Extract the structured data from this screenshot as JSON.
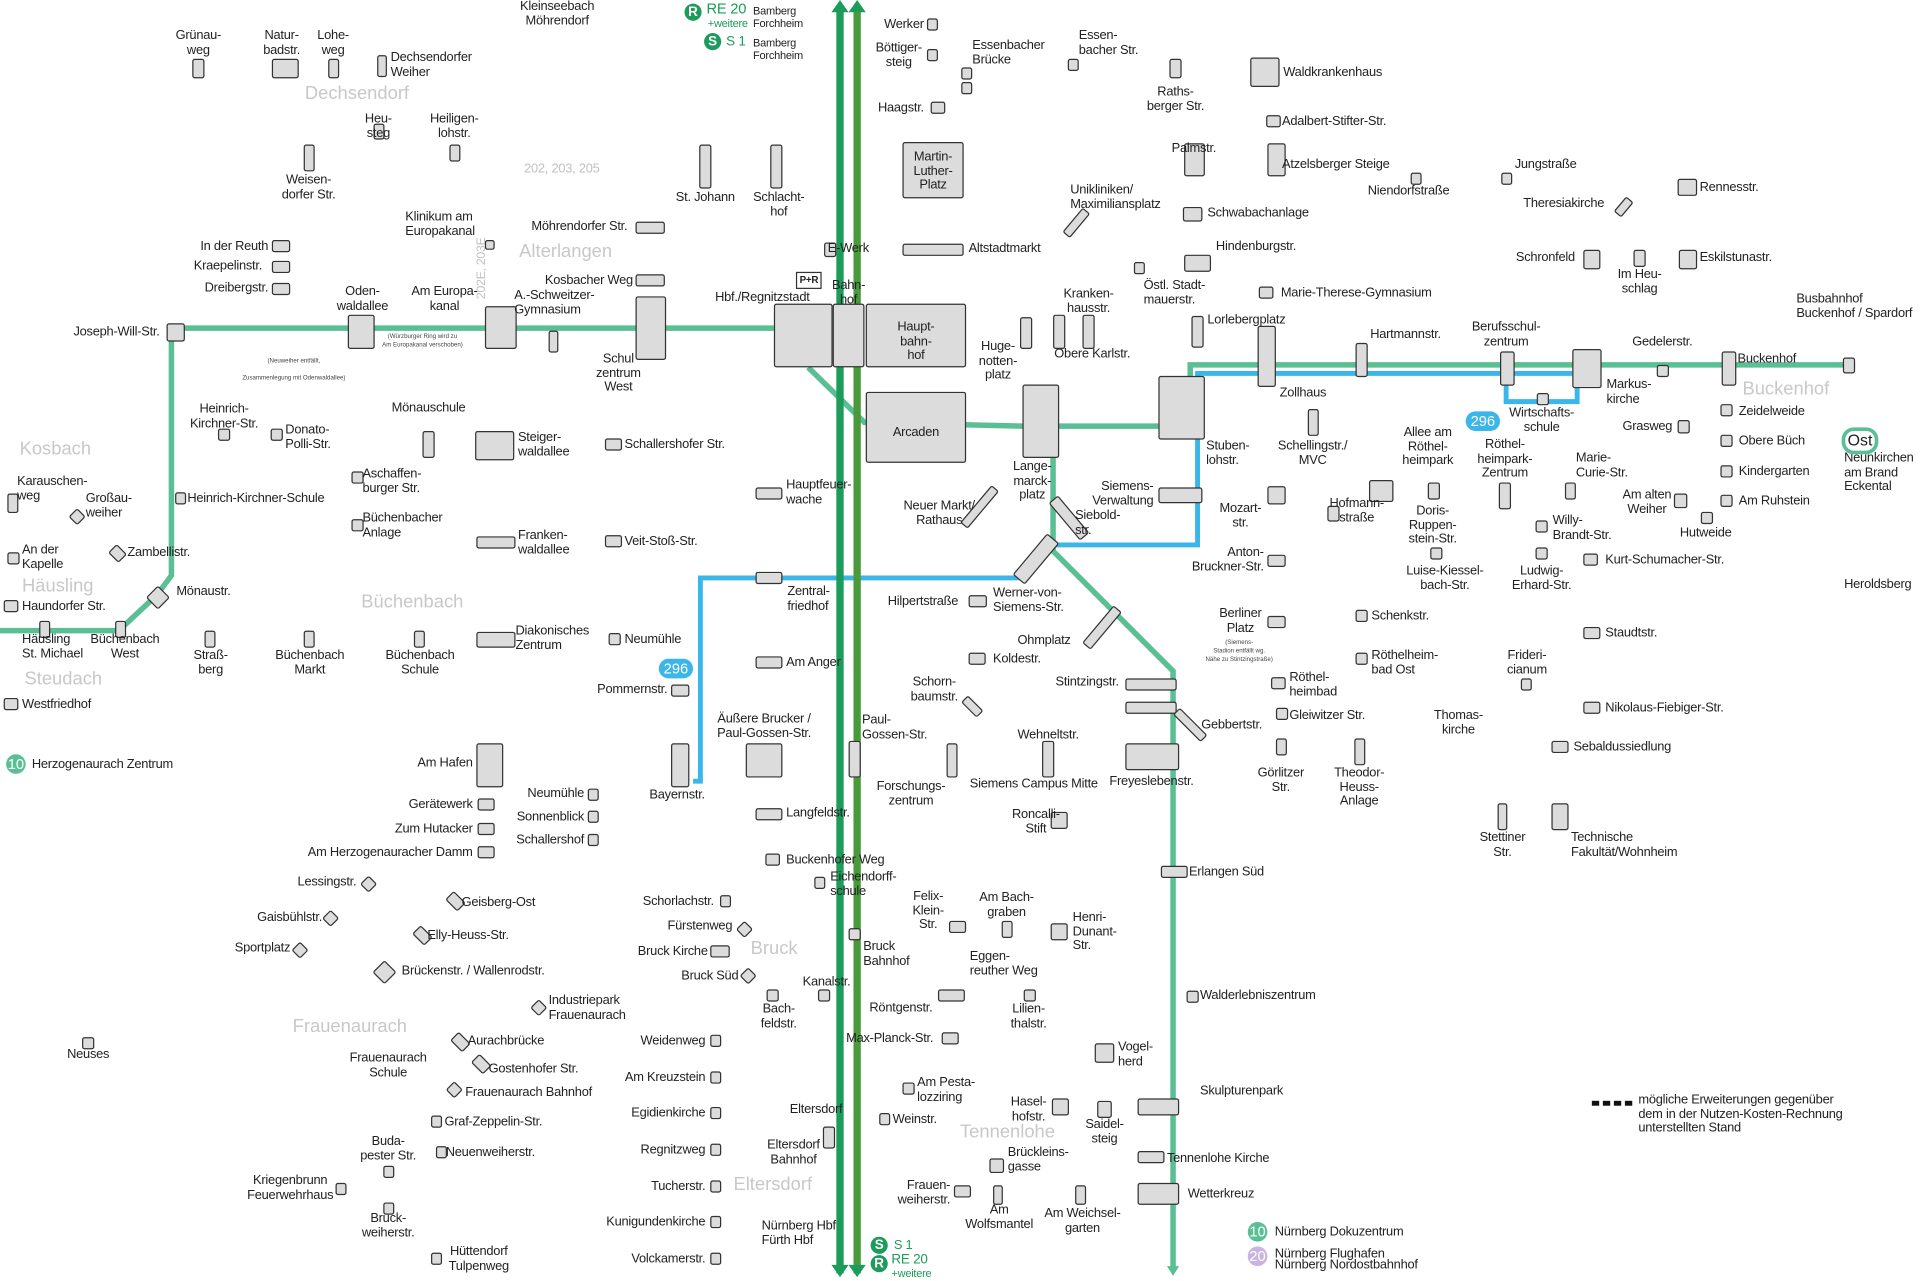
{
  "stops": [
    "Grünau-\nweg",
    "Natur-\nbadstr.",
    "Lohe-\nweg",
    "Dechsendorfer\nWeiher",
    "Kleinseebach\nMöhrendorf",
    "Weisen-\ndorfer Str.",
    "Heu-\nsteg",
    "Heiligen-\nlohstr.",
    "Klinikum am\nEuropakanal",
    "In der Reuth",
    "Kraepelinstr.",
    "Dreibergstr.",
    "Oden-\nwaldallee",
    "Am Europa-\nkanal",
    "A.-Schweitzer-\nGymnasium",
    "Joseph-Will-Str.",
    "Möhrendorfer Str.",
    "Kosbacher Weg",
    "St. Johann",
    "Schlacht-\nhof",
    "Hbf./Regnitzstadt",
    "Bahn-\nhof",
    "Haupt-\nbahn-\nhof",
    "Schul\nzentrum\nWest",
    "Werker",
    "Böttiger-\nsteig",
    "Haagstr.",
    "Martin-\nLuther-\nPlatz",
    "Essenbacher\nBrücke",
    "Essen-\nbacher Str.",
    "Raths-\nberger Str.",
    "Waldkrankenhaus",
    "Adalbert-Stifter-Str.",
    "Palmstr.",
    "Atzelsberger Steige",
    "Niendorfstraße",
    "Jungstraße",
    "Rennesstr.",
    "Theresiakirche",
    "Unikliniken/\nMaximiliansplatz",
    "Schwabachanlage",
    "Hindenburgstr.",
    "Altstadtmarkt",
    "E-Werk",
    "Schronfeld",
    "Im Heu-\nschlag",
    "Eskilstunastr.",
    "Östl. Stadt-\nmauerstr.",
    "Kranken-\nhausstr.",
    "Marie-Therese-Gymnasium",
    "Lorlebergplatz",
    "Huge-\nnotten-\nplatz",
    "Obere Karlstr.",
    "Hartmannstr.",
    "Berufsschul-\nzentrum",
    "Gedelerstr.",
    "Busbahnhof\nBuckenhof / Spardorf",
    "Buckenhof",
    "Zollhaus",
    "Markus-\nkirche",
    "Wirtschafts-\nschule",
    "Grasweg",
    "Zeidelweide",
    "Obere Büch",
    "Kindergarten",
    "Am Ruhstein",
    "Neunkirchen\nam Brand\nEckental",
    "Heroldsberg",
    "Stuben-\nlohstr.",
    "Schellingstr./\nMVC",
    "Allee am\nRöthel-\nheimpark",
    "Röthel-\nheimpark-\nZentrum",
    "Marie-\nCurie-Str.",
    "Am alten\nWeiher",
    "Hutweide",
    "Siemens-\nVerwaltung",
    "Siebold-\nstr.",
    "Mozart-\nstr.",
    "Hofmann-\nstraße",
    "Doris-\nRuppen-\nstein-Str.",
    "Willy-\nBrandt-Str.",
    "Anton-\nBruckner-Str.",
    "Luise-Kiessel-\nbach-Str.",
    "Ludwig-\nErhard-Str.",
    "Kurt-Schumacher-Str.",
    "Werner-von-\nSiemens-Str.",
    "Berliner\nPlatz",
    "Schenkstr.",
    "Staudtstr.",
    "Lange-\nmarck-\nplatz",
    "Neuer Markt/\nRathaus",
    "Hauptfeuer-\nwache",
    "Arcaden",
    "Zentral-\nfriedhof",
    "Hilpertstraße",
    "Ohmplatz",
    "Koldestr.",
    "Stintzingstr.",
    "Schorn-\nbaumstr.",
    "Röthelheim-\nbad Ost",
    "Röthel-\nheimbad",
    "Frideri-\ncianum",
    "Gebbertstr.",
    "Gleiwitzer Str.",
    "Thomas-\nkirche",
    "Nikolaus-Fiebiger-Str.",
    "Sebaldussiedlung",
    "Wehneltstr.",
    "Siemens Campus Mitte",
    "Freyeslebenstr.",
    "Görlitzer\nStr.",
    "Theodor-\nHeuss-\nAnlage",
    "Stettiner\nStr.",
    "Technische\nFakultät/Wohnheim",
    "Roncalli-\nStift",
    "Forschungs-\nzentrum",
    "Paul-\nGossen-Str.",
    "Äußere Brucker /\nPaul-Gossen-Str.",
    "Am Anger",
    "Pommernstr.",
    "Bayernstr.",
    "Langfeldstr.",
    "Erlangen Süd",
    "Buckenhofer Weg",
    "Eichendorff-\nschule",
    "Felix-\nKlein-\nStr.",
    "Am Bach-\ngraben",
    "Henri-\nDunant-\nStr.",
    "Bruck\nBahnhof",
    "Eggen-\nreuther Weg",
    "Kanalstr.",
    "Bach-\nfeldstr.",
    "Röntgenstr.",
    "Lilien-\nthalstr.",
    "Walderlebniszentrum",
    "Max-Planck-Str.",
    "Vogel-\nherd",
    "Am Pesta-\nlozziring",
    "Skulpturenpark",
    "Hasel-\nhofstr.",
    "Saidel-\nsteig",
    "Eltersdorf",
    "Weinstr.",
    "Eltersdorf\nBahnhof",
    "Brückleins-\ngasse",
    "Tennenlohe Kirche",
    "Frauen-\nweiherstr.",
    "Wetterkreuz",
    "Am\nWolfsmantel",
    "Am Weichsel-\ngarten",
    "Mönauschule",
    "Heinrich-\nKirchner-Str.",
    "Donato-\nPolli-Str.",
    "Steiger-\nwaldallee",
    "Schallershofer Str.",
    "Karauschen-\nweg",
    "Großau-\nweiher",
    "Heinrich-Kirchner-Schule",
    "Aschaffen-\nburger Str.",
    "Büchenbacher\nAnlage",
    "Franken-\nwaldallee",
    "Veit-Stoß-Str.",
    "An der\nKapelle",
    "Zambellistr.",
    "Mönaustr.",
    "Haundorfer Str.",
    "Häusling\nSt. Michael",
    "Büchenbach\nWest",
    "Straß-\nberg",
    "Büchenbach\nMarkt",
    "Büchenbach\nSchule",
    "Diakonisches\nZentrum",
    "Neumühle",
    "Westfriedhof",
    "Herzogenaurach Zentrum",
    "Am Hafen",
    "Neumühle",
    "Gerätewerk",
    "Sonnenblick",
    "Zum Hutacker",
    "Schallershof",
    "Am Herzogenauracher Damm",
    "Lessingstr.",
    "Geisberg-Ost",
    "Gaisbühlstr.",
    "Elly-Heuss-Str.",
    "Sportplatz",
    "Brückenstr. / Wallenrodstr.",
    "Schorlachstr.",
    "Fürstenweg",
    "Bruck Kirche",
    "Bruck Süd",
    "Industriepark\nFrauenaurach",
    "Neuses",
    "Aurachbrücke",
    "Weidenweg",
    "Frauenaurach\nSchule",
    "Gostenhofer Str.",
    "Am Kreuzstein",
    "Frauenaurach Bahnhof",
    "Egidienkirche",
    "Graf-Zeppelin-Str.",
    "Buda-\npester Str.",
    "Neuenweiherstr.",
    "Regnitzweg",
    "Kriegenbrunn\nFeuerwehrhaus",
    "Tucherstr.",
    "Bruck-\nweiherstr.",
    "Kunigundenkirche",
    "Hüttendorf\nTulpenweg",
    "Volckamerstr.",
    "Nürnberg Hbf",
    "Fürth Hbf",
    "Nürnberg Dokuzentrum",
    "Nürnberg Flughafen",
    "Nürnberg Nordostbahnhof"
  ],
  "districts": [
    "Dechsendorf",
    "Alterlangen",
    "Kosbach",
    "Häusling",
    "Steudach",
    "Büchenbach",
    "Frauenaurach",
    "Bruck",
    "Eltersdorf",
    "Tennenlohe",
    "Buckenhof"
  ],
  "bus_lines": {
    "top": "202, 203, 205",
    "vertical": "202E, 203E"
  },
  "notes": [
    "(Würzburger Ring wird zu\nAm Europakanal verschoben)",
    "(Neuweiher entfällt,\n\nZusammenlegung mit Odenwaldallee)",
    "(Siemens-\nStadion entfällt wg.\nNähe zu Stintzingstraße)"
  ],
  "rail": {
    "top": {
      "re": "RE 20",
      "re_more": "+weitere",
      "re_dest1": "Bamberg",
      "re_dest2": "Forchheim",
      "s": "S 1",
      "s_dest1": "Bamberg",
      "s_dest2": "Forchheim"
    },
    "bottom": {
      "s": "S 1",
      "re": "RE 20",
      "re_more": "+weitere"
    },
    "r_icon": "R",
    "s_icon": "S"
  },
  "pr": "P+R",
  "badges": {
    "bus296": "296",
    "line10": "10",
    "line20": "20",
    "ost": "Ost"
  },
  "legend": {
    "text": "mögliche Erweiterungen gegenüber\ndem in der Nutzen-Kosten-Rechnung\nunterstellten Stand"
  },
  "colors": {
    "stub": "#5bbf95",
    "bus296": "#3bb6e8",
    "rail_s": "#1d9b5b",
    "rail_re": "#4a9a3c",
    "line20": "#c9b3e0"
  }
}
